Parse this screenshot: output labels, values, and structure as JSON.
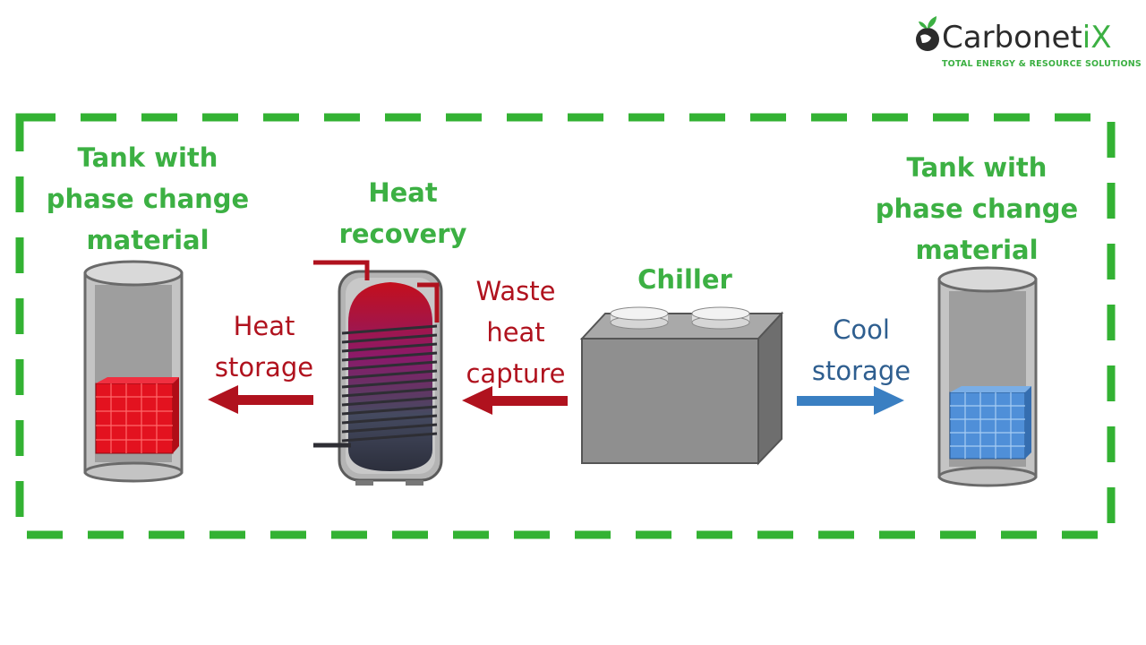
{
  "logo": {
    "name_main": "Carbonet",
    "name_accent": "iX",
    "tagline": "TOTAL ENERGY & RESOURCE SOLUTIONS",
    "icon": "leaf-globe-icon"
  },
  "diagram": {
    "left_tank_label": [
      "Tank with",
      "phase change",
      "material"
    ],
    "heat_recovery_label": [
      "Heat",
      "recovery"
    ],
    "chiller_label": "Chiller",
    "right_tank_label": [
      "Tank with",
      "phase change",
      "material"
    ],
    "heat_storage_label": [
      "Heat",
      "storage"
    ],
    "waste_heat_label": [
      "Waste",
      "heat",
      "capture"
    ],
    "cool_storage_label": [
      "Cool",
      "storage"
    ]
  },
  "colors": {
    "border_green": "#33b233",
    "label_green": "#3cb043",
    "heat_red": "#b0121e",
    "cool_blue": "#3a7fc2",
    "tank_grey": "#b8b8b8",
    "chiller_grey": "#8a8a8a"
  }
}
